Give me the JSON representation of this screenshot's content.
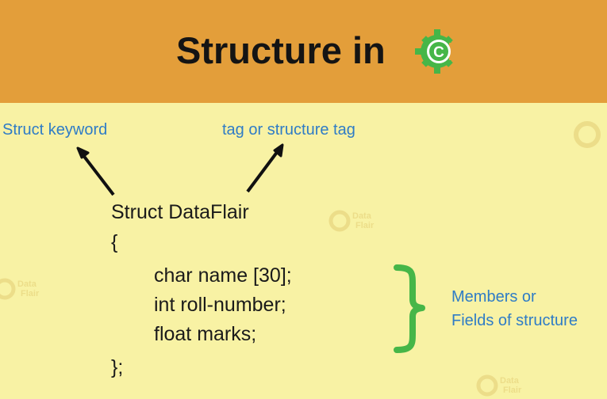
{
  "header": {
    "title": "Structure in",
    "logo_letter": "C",
    "background_color": "#e39e3a",
    "logo_color": "#46b648"
  },
  "labels": {
    "keyword": "Struct keyword",
    "tag": "tag or structure tag",
    "members_line1": "Members or",
    "members_line2": "Fields of structure",
    "color": "#2f7cc6"
  },
  "code": {
    "line1": "Struct DataFlair",
    "line2": "{",
    "line3": "char name [30];",
    "line4": "int roll-number;",
    "line5": "float marks;",
    "line6": "};"
  },
  "brace_color": "#46b648",
  "watermark": {
    "text1": "Data",
    "text2": "Flair"
  }
}
